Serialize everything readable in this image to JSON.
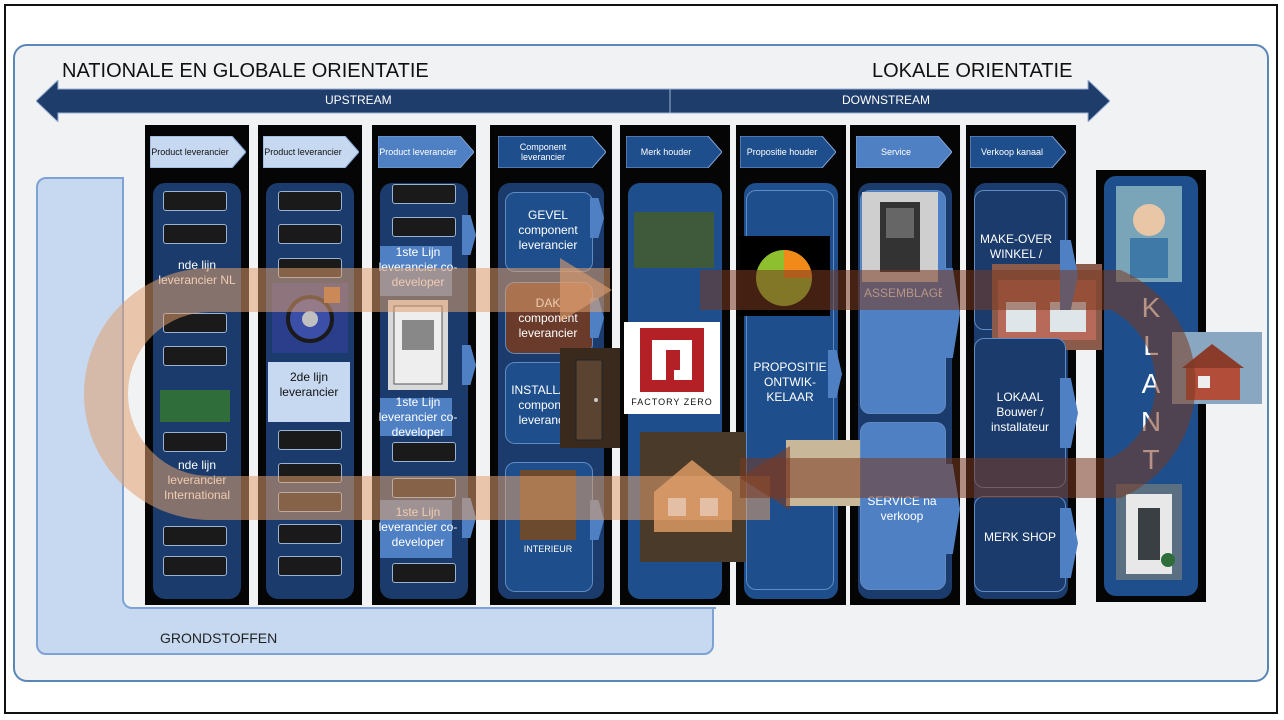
{
  "titles": {
    "left": "NATIONALE EN GLOBALE ORIENTATIE",
    "right": "LOKALE ORIENTATIE",
    "upstream": "UPSTREAM",
    "downstream": "DOWNSTREAM",
    "grondstoffen": "GRONDSTOFFEN"
  },
  "headers": [
    "Product leverancier",
    "Product leverancier",
    "Product leverancier",
    "Component leverancier",
    "Merk houder",
    "Propositie houder",
    "Service",
    "Verkoop kanaal"
  ],
  "labels": {
    "n_lijn_nl": "nde lijn leverancier NL",
    "n_lijn_int": "nde lijn leverancier International",
    "lijn2": "2de lijn leverancier",
    "lijn1_top": "1ste Lijn leverancier co-developer",
    "lijn1_mid": "1ste Lijn leverancier co-developer",
    "lijn1_bot": "1ste Lijn leverancier co-developer",
    "gevel": "GEVEL component leverancier",
    "dak": "DAK component leverancier",
    "installatie": "INSTALLATIE component leverancier",
    "interieur": "INTERIEUR",
    "factory_zero": "FACTORY ZERO",
    "propositie": "PROPOSITIE ONTWIK-KELAAR",
    "assemblage": "ASSEMBLAGE",
    "service_na": "SERVICE na verkoop",
    "make_over": "MAKE-OVER WINKEL /",
    "lokaal": "LOKAAL Bouwer / installateur",
    "merk_shop": "MERK SHOP",
    "klant": [
      "K",
      "L",
      "A",
      "N",
      "T"
    ]
  },
  "colors": {
    "arrow_blue": "#1f3d6b",
    "tile_blue": "#1e4f8c",
    "light_blue": "#c7d9f1",
    "loop_orange": "#e0a070"
  }
}
